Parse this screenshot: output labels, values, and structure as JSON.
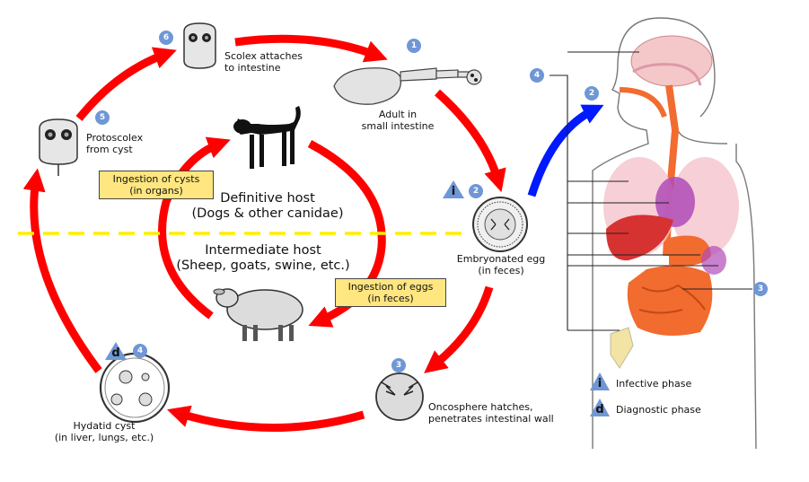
{
  "labels": {
    "scolex": [
      "Scolex attaches",
      "to intestine"
    ],
    "adult": [
      "Adult in",
      "small intestine"
    ],
    "protoscolex": [
      "Protoscolex",
      "from cyst"
    ],
    "definitive_host": [
      "Definitive host",
      "(Dogs & other canidae)"
    ],
    "intermediate_host": [
      "Intermediate host",
      "(Sheep, goats, swine, etc.)"
    ],
    "embryonated_egg": [
      "Embryonated egg",
      "(in feces)"
    ],
    "ingestion_cysts": [
      "Ingestion of cysts",
      "(in organs)"
    ],
    "ingestion_eggs": [
      "Ingestion of eggs",
      "(in feces)"
    ],
    "hydatid_cyst": [
      "Hydatid cyst",
      "(in liver, lungs, etc.)"
    ],
    "oncosphere": [
      "Oncosphere hatches,",
      "penetrates intestinal wall"
    ]
  },
  "steps": {
    "s1": "1",
    "s2": "2",
    "s3": "3",
    "s4": "4",
    "s5": "5",
    "s6": "6",
    "h2": "2",
    "h3": "3",
    "h4": "4"
  },
  "phase_marks": {
    "infective": "i",
    "diagnostic": "d"
  },
  "legend": {
    "infective_symbol": "i",
    "infective_label": "Infective phase",
    "diagnostic_symbol": "d",
    "diagnostic_label": "Diagnostic phase"
  },
  "colors": {
    "cycle_arrow": "#ff0000",
    "human_arrow": "#0019ff",
    "divider": "#ffee00",
    "step_badge": "#6f97d6",
    "label_box": "#ffe680"
  }
}
